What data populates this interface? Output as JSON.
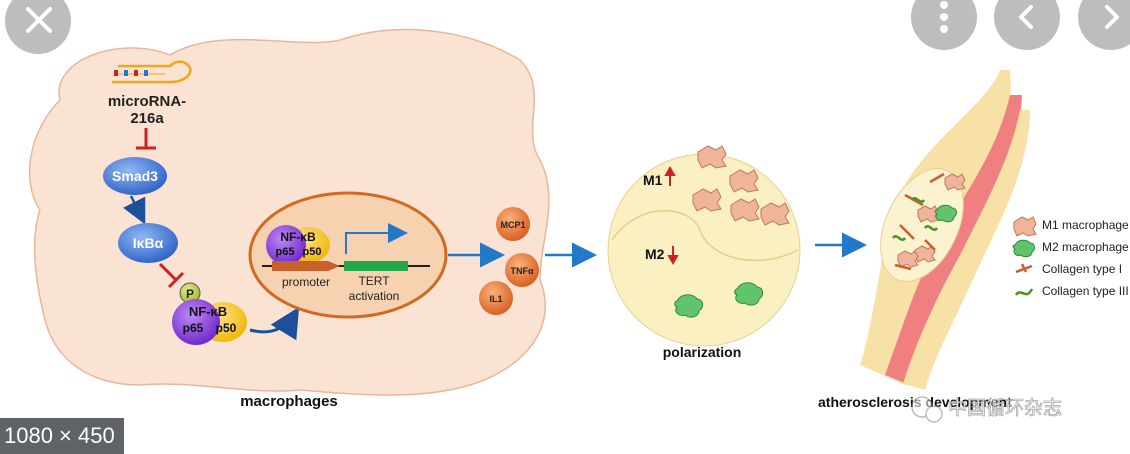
{
  "viewer": {
    "image_dimensions": "1080 × 450",
    "close_icon": "close-icon",
    "more_icon": "more-vertical-icon",
    "prev_icon": "chevron-left-icon",
    "next_icon": "chevron-right-icon"
  },
  "diagram": {
    "mirna_label_line1": "microRNA-",
    "mirna_label_line2": "216a",
    "smad3": "Smad3",
    "ikba": "IκBα",
    "phospho": "P",
    "nfkb": "NF-κB",
    "p65": "p65",
    "p50": "p50",
    "promoter": "promoter",
    "tert_line1": "TERT",
    "tert_line2": "activation",
    "cytokines": [
      "MCP1",
      "TNFα",
      "IL1"
    ],
    "macrophages": "macrophages",
    "m1": "M1",
    "m2": "M2",
    "polarization": "polarization",
    "atherosclerosis": "atherosclerosis development",
    "legend": [
      "M1 macrophage",
      "M2 macrophage",
      "Collagen type I",
      "Collagen type III"
    ],
    "watermark": "中国循环杂志"
  },
  "colors": {
    "cell_fill": "#fbe3d3",
    "nucleus_fill": "#f7d2b0",
    "nucleus_border": "#d2691e",
    "smad3": "#4a7fd6",
    "ikba": "#4a6cd6",
    "p65": "#8a3fe0",
    "p50": "#f2c21b",
    "tert": "#22a84a",
    "inhibit": "#cc2222",
    "arrow": "#2478c8",
    "m1": "#f0b49a",
    "m2": "#5fc46a",
    "collagen1": "#c8602a",
    "collagen3": "#4f8f2a",
    "vessel_outer": "#f8e1a6",
    "vessel_inner": "#f08080"
  }
}
